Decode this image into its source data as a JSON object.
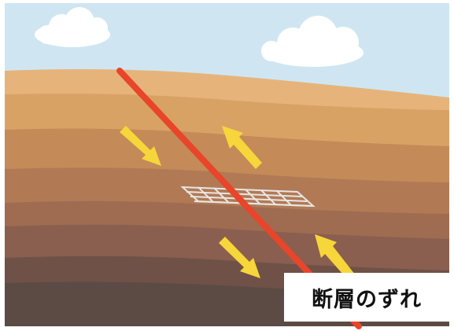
{
  "caption": "断層のずれ",
  "colors": {
    "sky": "#cfe6f2",
    "cloud": "#ffffff",
    "fault_line": "#e8452b",
    "arrow": "#f6d63a",
    "grid_pattern": "#ececec",
    "layers": [
      "#e6b47a",
      "#d9a265",
      "#c48a58",
      "#b17a55",
      "#9f6c52",
      "#8a5f4f",
      "#6f5147",
      "#5a4a44"
    ]
  },
  "arrows": {
    "left_upper": "down",
    "right_upper": "up",
    "left_lower": "down",
    "right_lower": "up"
  }
}
